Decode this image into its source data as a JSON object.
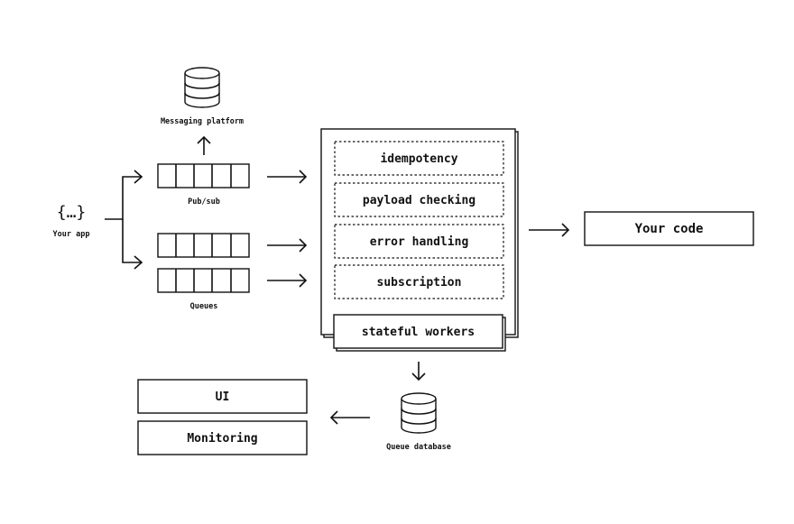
{
  "app": {
    "icon_text": "{…}",
    "label": "Your app"
  },
  "messaging": {
    "label": "Messaging platform",
    "icon": "database-icon"
  },
  "pubsub": {
    "label": "Pub/sub"
  },
  "queues": {
    "label": "Queues"
  },
  "engine": {
    "features": [
      "idempotency",
      "payload checking",
      "error handling",
      "subscription"
    ],
    "workers": "stateful workers"
  },
  "your_code": {
    "label": "Your code"
  },
  "queue_db": {
    "label": "Queue database",
    "icon": "database-icon"
  },
  "outputs": {
    "ui": "UI",
    "monitoring": "Monitoring"
  }
}
